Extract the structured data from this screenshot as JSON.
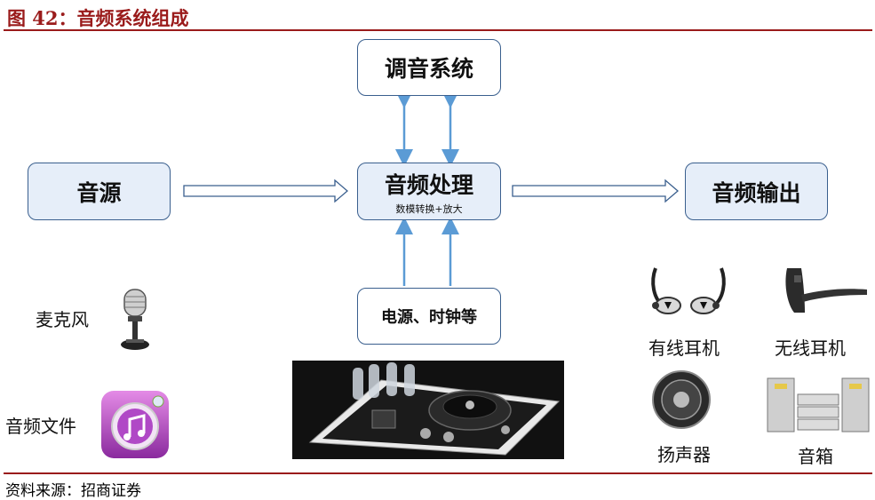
{
  "header": {
    "figure_title": "图 42：音频系统组成"
  },
  "footer": {
    "source": "资料来源：招商证券"
  },
  "boxes": {
    "tuning": "调音系统",
    "source": "音源",
    "processing": "音频处理",
    "processing_sub": "数模转换+放大",
    "output": "音频输出",
    "power": "电源、时钟等"
  },
  "inputs": {
    "microphone": "麦克风",
    "audio_file": "音频文件"
  },
  "outputs": {
    "wired_earphone": "有线耳机",
    "wireless_earphone": "无线耳机",
    "speaker": "扬声器",
    "sound_box": "音箱"
  },
  "colors": {
    "accent": "#9a1b1b",
    "box_border": "#3a5f8e",
    "box_fill": "#e6eef9",
    "arrow_blue": "#5b9bd5"
  }
}
